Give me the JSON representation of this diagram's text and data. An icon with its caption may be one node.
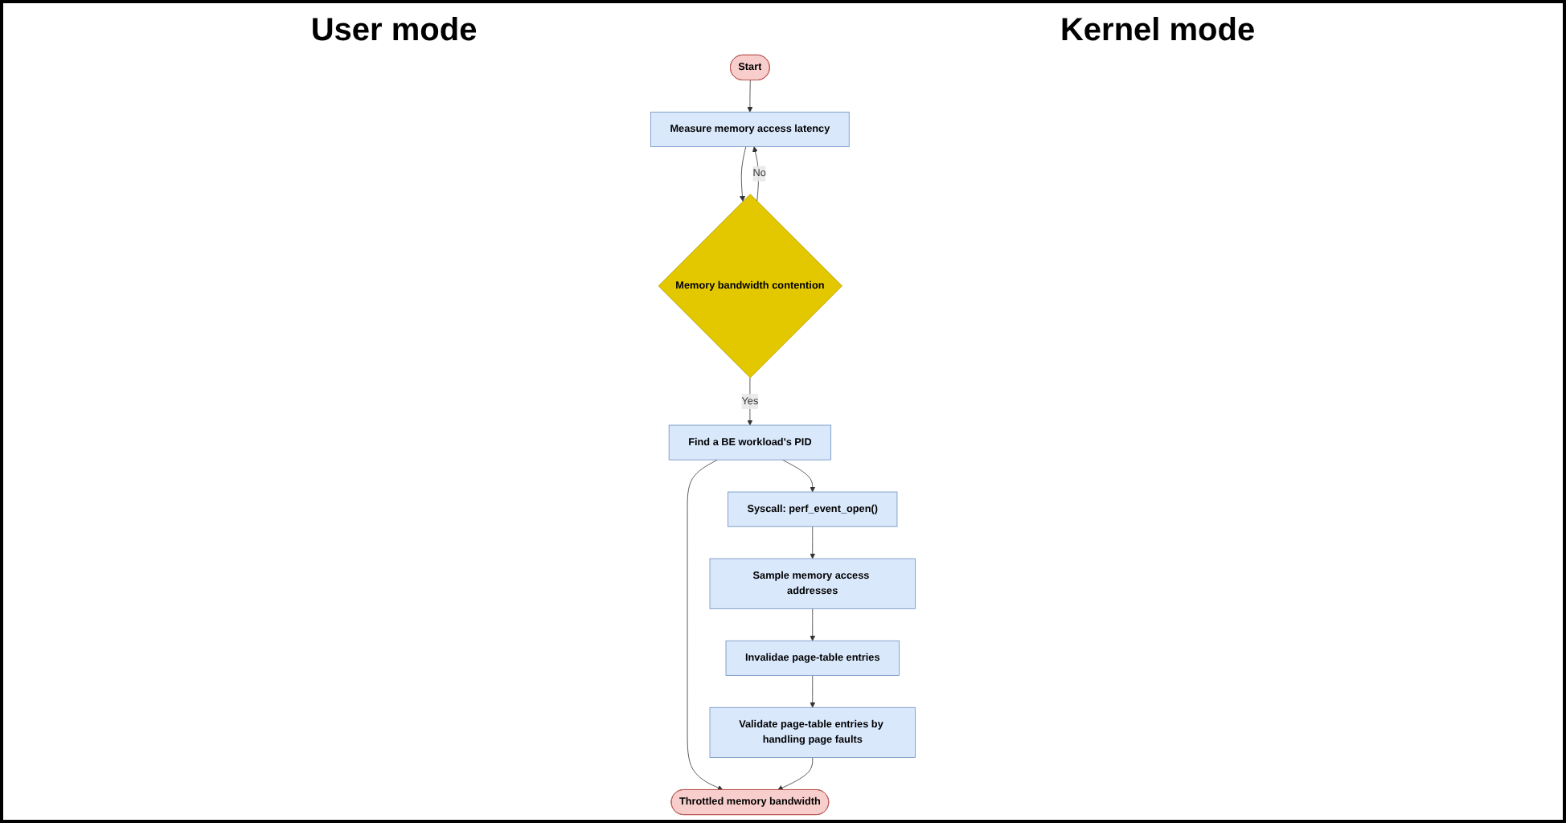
{
  "diagram": {
    "nodes": [
      {
        "text": [
          "Start"
        ]
      },
      {
        "text": [
          "Measure memory access latency"
        ]
      },
      {
        "text": [
          "Memory bandwidth contention"
        ]
      },
      {
        "text": [
          "Find a BE workload's PID"
        ]
      },
      {
        "text": [
          "Throttled memory bandwidth"
        ]
      },
      {
        "text": [
          "Syscall: perf_event_open()"
        ]
      },
      {
        "text": [
          "Sample memory access addresses"
        ]
      },
      {
        "text": [
          "Invalidae page-table entries"
        ]
      },
      {
        "text": [
          "Validate page-table entries by handling page faults"
        ]
      }
    ],
    "edges": [
      {
        "from": 0,
        "to": 1,
        "arrow": "to"
      },
      {
        "from": 1,
        "to": 2,
        "arrow": "to"
      },
      {
        "from": 2,
        "to": 1,
        "arrow": "to",
        "label": "No"
      },
      {
        "from": 2,
        "to": 3,
        "arrow": "to",
        "label": "Yes"
      },
      {
        "from": 3,
        "to": 4,
        "arrow": "to"
      },
      {
        "from": 3,
        "to": 5,
        "arrow": "to"
      },
      {
        "from": 5,
        "to": 6,
        "arrow": "to"
      },
      {
        "from": 6,
        "to": 7,
        "arrow": "to"
      },
      {
        "from": 7,
        "to": 8,
        "arrow": "to"
      },
      {
        "from": 8,
        "to": 4,
        "arrow": "to"
      }
    ],
    "labels": [
      "User mode",
      "Kernel mode"
    ]
  }
}
